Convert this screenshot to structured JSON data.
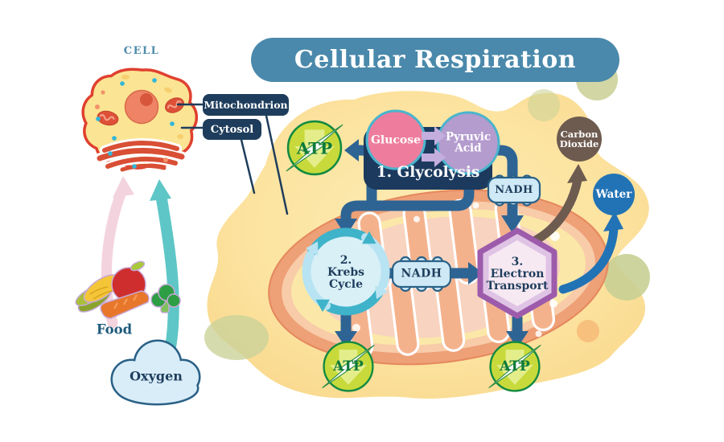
{
  "title": "Cellular Respiration",
  "cell_panel": {
    "label": "CELL",
    "mitochondrion_callout": "Mitochondrion",
    "cytosol_callout": "Cytosol"
  },
  "inputs": {
    "food": "Food",
    "oxygen": "Oxygen"
  },
  "stages": {
    "glycolysis": {
      "label": "1. Glycolysis",
      "glucose": "Glucose",
      "pyruvic_acid": "Pyruvic\nAcid"
    },
    "krebs": {
      "label": "2.\nKrebs\nCycle"
    },
    "electron_transport": {
      "label": "3.\nElectron\nTransport"
    }
  },
  "molecules": {
    "atp": "ATP",
    "nadh": "NADH",
    "carbon_dioxide": "Carbon\nDioxide",
    "water": "Water"
  },
  "colors": {
    "banner_teal": "#4a89ab",
    "process_navy": "#1e3d5c",
    "flow_arrow_blue": "#2e6494",
    "atp_lime": "#c8da3b",
    "nadh_light_blue": "#cfe9f6",
    "glucose_pink": "#ee7d9d",
    "pyruvic_purple": "#b49cce",
    "carbon_dioxide_brown": "#6e5b50",
    "water_blue": "#2273b5",
    "cytoplasm_yellow": "#fce3a0",
    "mitochondrion_salmon": "#eea077"
  }
}
